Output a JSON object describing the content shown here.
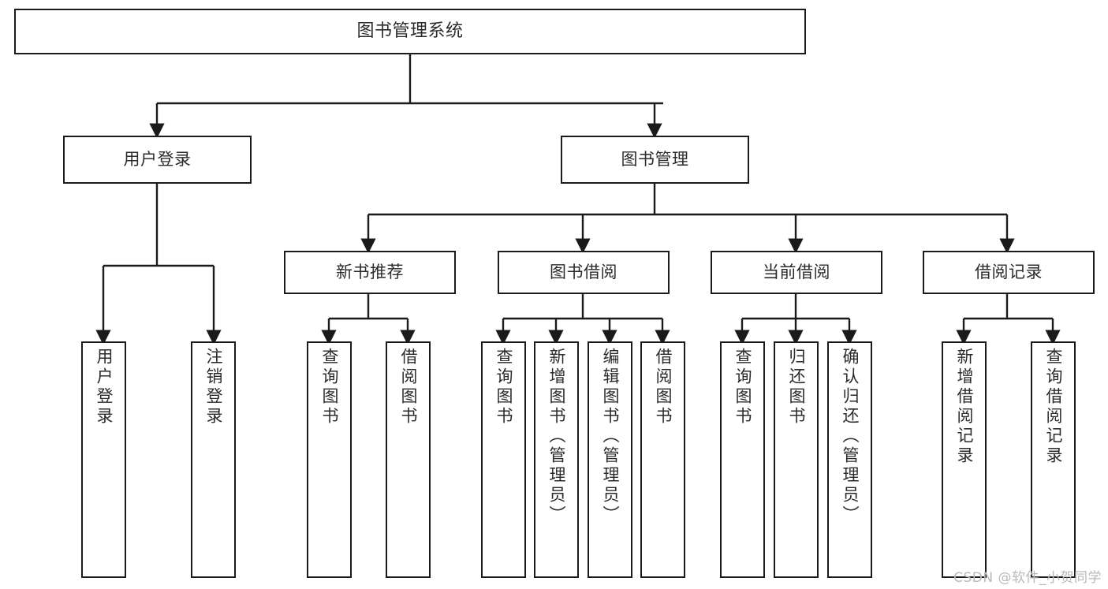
{
  "diagram": {
    "title": "图书管理系统",
    "type": "hierarchy-tree",
    "watermark": "CSDN @软件_小贺同学",
    "colors": {
      "stroke": "#1a1a1a",
      "fill": "#ffffff",
      "text": "#2b2b2b",
      "watermark": "#b9b9b9"
    },
    "root": {
      "label": "图书管理系统"
    },
    "level2": [
      {
        "label": "用户登录"
      },
      {
        "label": "图书管理"
      }
    ],
    "level3": [
      {
        "label": "新书推荐"
      },
      {
        "label": "图书借阅"
      },
      {
        "label": "当前借阅"
      },
      {
        "label": "借阅记录"
      }
    ],
    "leaves": {
      "user_login": [
        {
          "label": "用户登录"
        },
        {
          "label": "注销登录"
        }
      ],
      "new_book": [
        {
          "label": "查询图书"
        },
        {
          "label": "借阅图书"
        }
      ],
      "borrow": [
        {
          "label": "查询图书"
        },
        {
          "label": "新增图书（管理员）"
        },
        {
          "label": "编辑图书（管理员）"
        },
        {
          "label": "借阅图书"
        }
      ],
      "current": [
        {
          "label": "查询图书"
        },
        {
          "label": "归还图书"
        },
        {
          "label": "确认归还（管理员）"
        }
      ],
      "records": [
        {
          "label": "新增借阅记录"
        },
        {
          "label": "查询借阅记录"
        }
      ]
    }
  }
}
